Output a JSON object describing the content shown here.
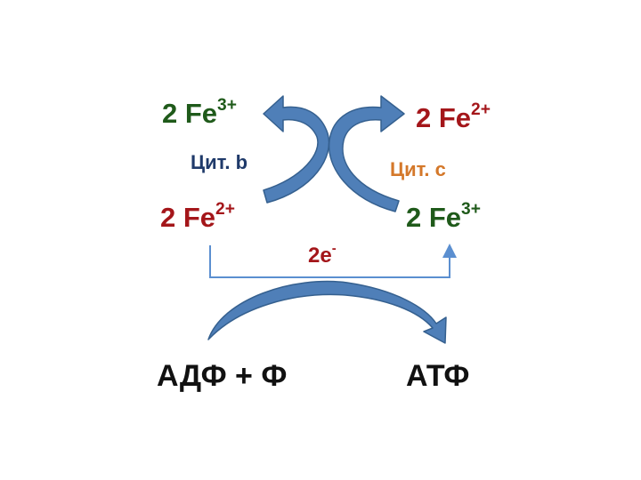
{
  "colors": {
    "green": "#1f5a1a",
    "red": "#a4161a",
    "blue_text": "#1f3a6a",
    "orange_text": "#d4782a",
    "arrow_fill": "#4f7fb8",
    "arrow_stroke": "#35608f",
    "connector": "#5b8fd0",
    "black": "#111111"
  },
  "top_left": {
    "coef": "2 Fe",
    "charge": "3+"
  },
  "top_right": {
    "coef": "2 Fe",
    "charge": "2+"
  },
  "cyt_b": {
    "label": "Цит. b"
  },
  "cyt_c": {
    "label": "Цит. с"
  },
  "bottom_left": {
    "coef": "2 Fe",
    "charge": "2+"
  },
  "bottom_right": {
    "coef": "2 Fe",
    "charge": "3+"
  },
  "electron": {
    "label": "2e",
    "charge": "-"
  },
  "adp": {
    "label": "АДФ + Ф"
  },
  "atp": {
    "label": "АТФ"
  },
  "icons": [
    "curved-arrow-up-left-icon",
    "curved-arrow-up-right-icon",
    "curved-arrow-down-right-icon",
    "arrowhead-up-icon"
  ]
}
